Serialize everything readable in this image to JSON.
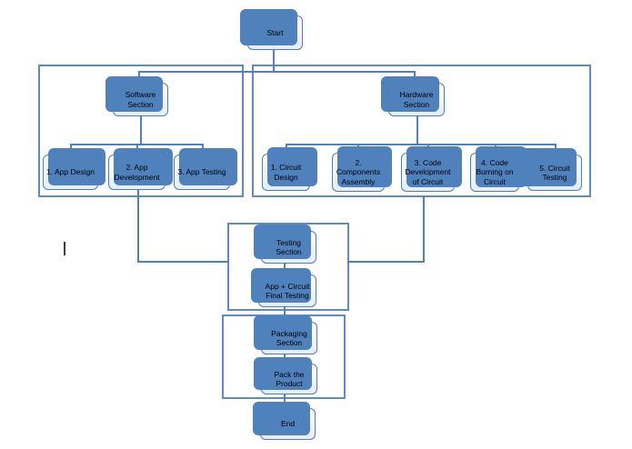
{
  "colors": {
    "accent": "#4f81bd",
    "box_border": "#4a7ebd",
    "box_fill_top": "#fbfcfe",
    "box_fill_bottom": "#e7edf6",
    "container_border": "#5b8cc8",
    "line": "#4f81bd",
    "cursor": "#3d3d3d",
    "background": "#ffffff"
  },
  "nodes": {
    "start": {
      "label": "Start"
    },
    "software_section": {
      "label": "Software Section"
    },
    "hardware_section": {
      "label": "Hardware Section"
    },
    "app_design": {
      "label": "1. App Design"
    },
    "app_development": {
      "label": "2. App Development"
    },
    "app_testing": {
      "label": "3. App Testing"
    },
    "circuit_design": {
      "label": "1. Circuit Design"
    },
    "components_assembly": {
      "label": "2. Components Assembly"
    },
    "code_development": {
      "label": "3. Code Development of Circuit"
    },
    "code_burning": {
      "label": "4. Code Burning on Circuit"
    },
    "circuit_testing": {
      "label": "5. Circuit Testing"
    },
    "testing_section": {
      "label": "Testing Section"
    },
    "app_circuit_final_testing": {
      "label": "App + Circuit Final Testing"
    },
    "packaging_section": {
      "label": "Packaging Section"
    },
    "pack_the_product": {
      "label": "Pack the Product"
    },
    "end": {
      "label": "End"
    }
  }
}
